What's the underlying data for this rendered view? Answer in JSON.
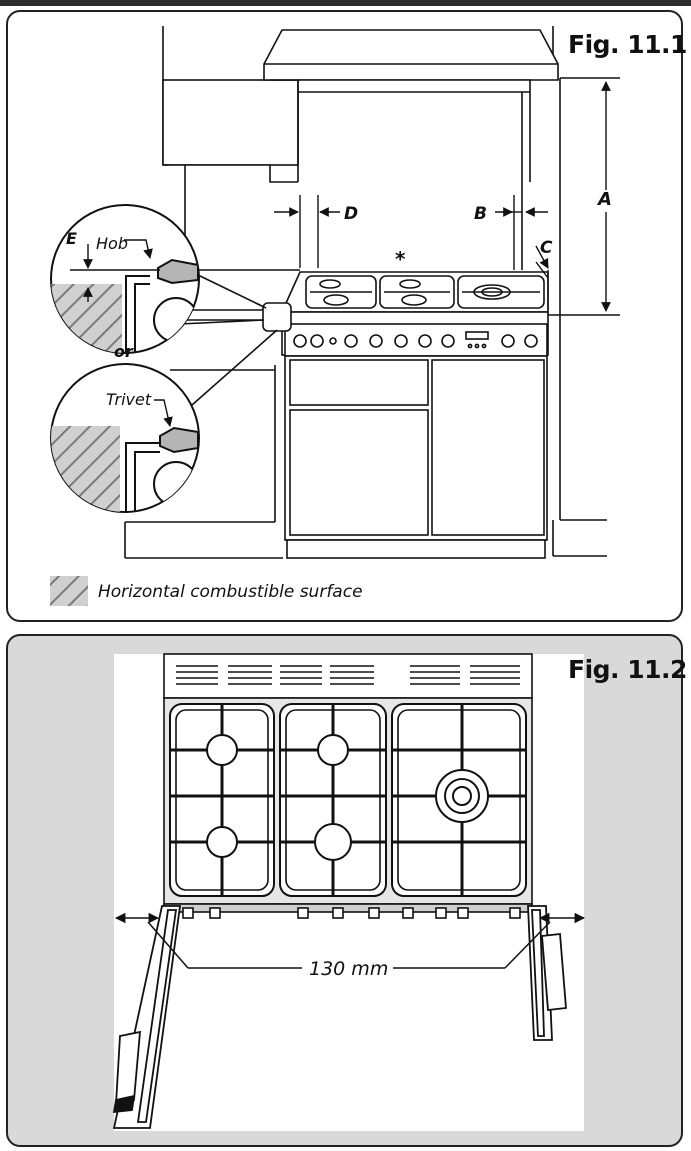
{
  "figure1": {
    "label": "Fig. 11.1",
    "dimension_letters": {
      "A": "A",
      "B": "B",
      "C": "C",
      "D": "D",
      "E": "E"
    },
    "asterisk": "*",
    "detail_hob_label": "Hob",
    "detail_or_label": "or",
    "detail_trivet_label": "Trivet",
    "legend_text": "Horizontal combustible surface"
  },
  "figure2": {
    "label": "Fig. 11.2",
    "clearance_label": "130 mm"
  },
  "colors": {
    "frame": "#222222",
    "panel2_bg": "#d9d9d9",
    "hatch": "#9e9e9e",
    "knob_gray": "#b5b5b5"
  }
}
